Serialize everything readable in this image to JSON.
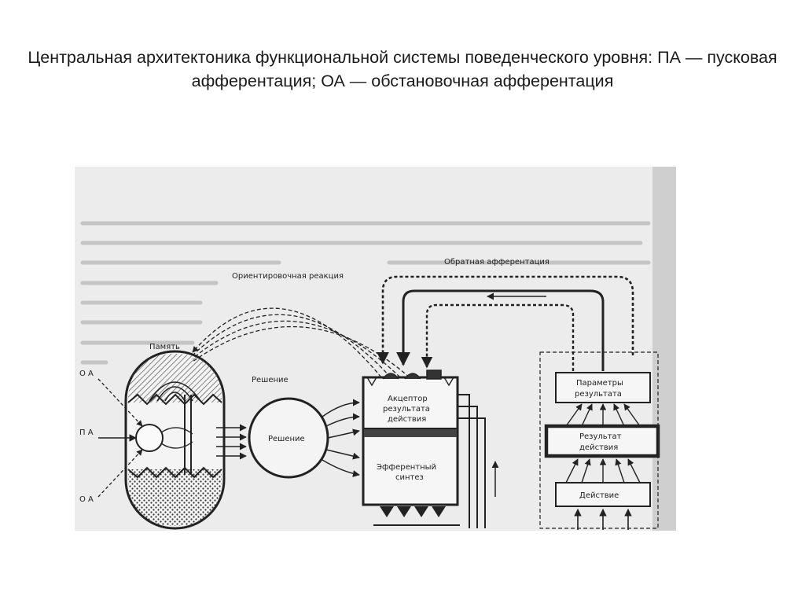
{
  "title": "Центральная архитектоника функциональной системы поведенческого уровня: ПА — пусковая афферентация; ОА — обстановочная афферентация",
  "diagram": {
    "labels": {
      "orienting_reaction": "Ориентировочная реакция",
      "feedback_afferentation": "Обратная афферентация",
      "memory": "Память",
      "decision_top": "Решение",
      "decision_node": "Решение",
      "oa_top": "О А",
      "pa": "П А",
      "oa_bottom": "О А",
      "acceptor_1": "Акцептор",
      "acceptor_2": "результата",
      "acceptor_3": "действия",
      "efferent_1": "Эфферентный",
      "efferent_2": "синтез",
      "result_params_1": "Параметры",
      "result_params_2": "результата",
      "action_result_1": "Результат",
      "action_result_2": "действия",
      "action": "Действие"
    },
    "colors": {
      "ink": "#222222",
      "paper": "#ececec",
      "page_edge": "#cfcfcf"
    }
  }
}
